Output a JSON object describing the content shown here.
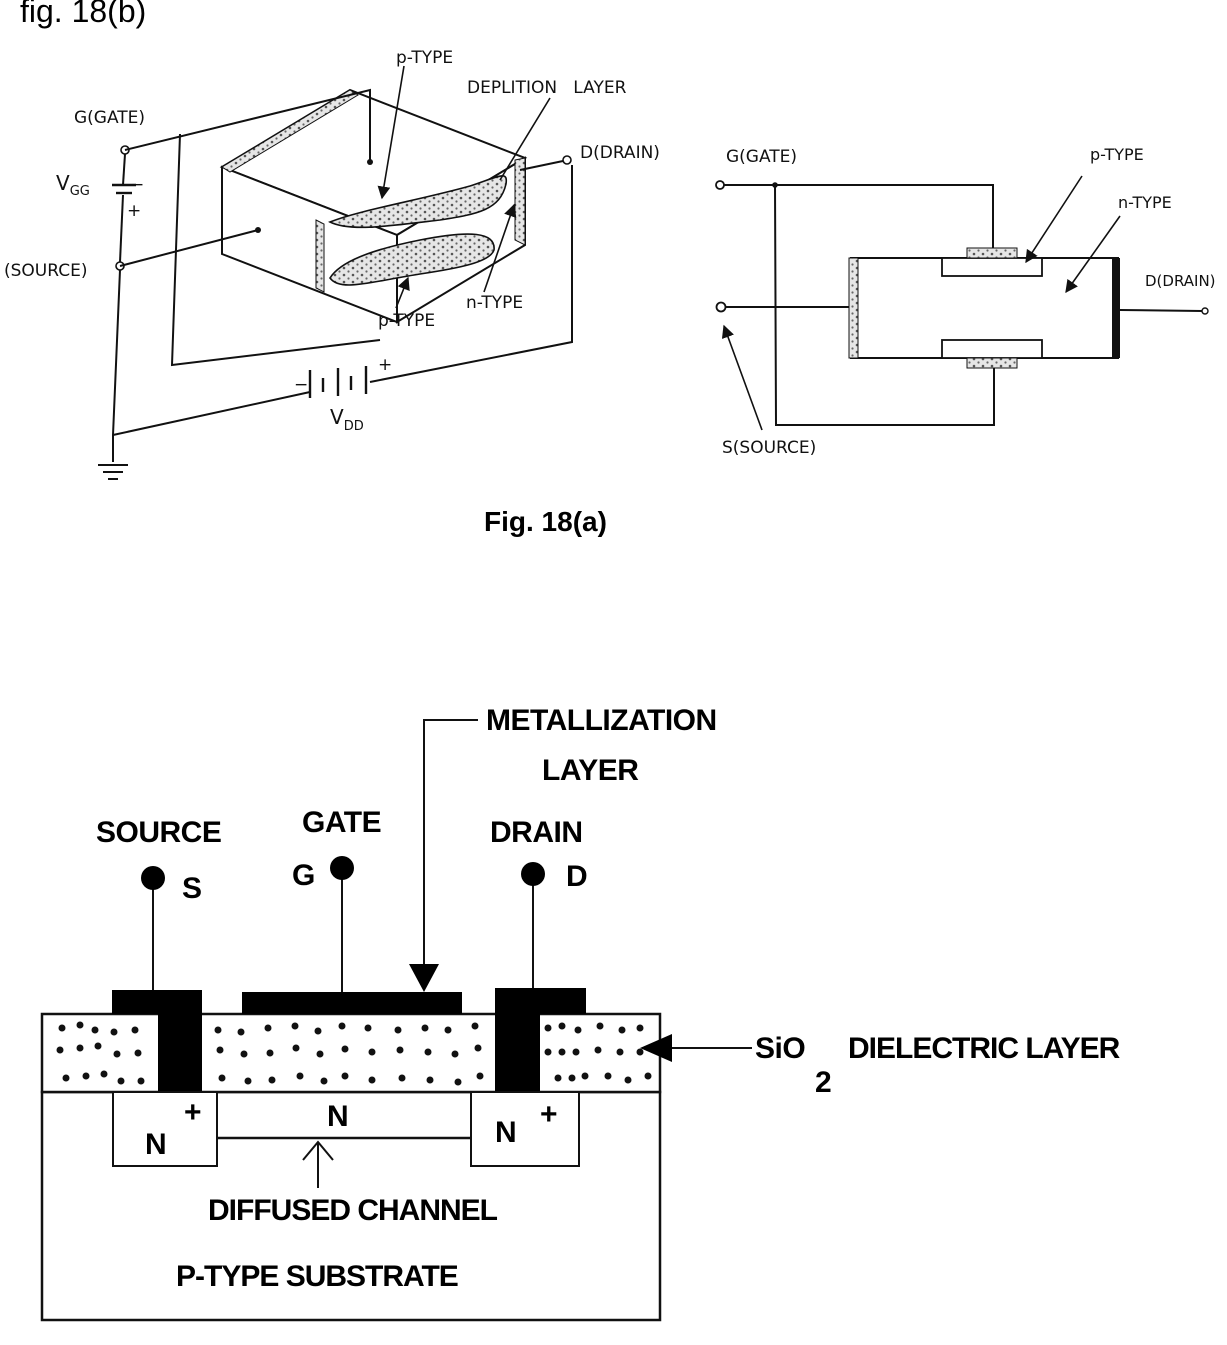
{
  "header": {
    "partial_label": "fig. 18(b)"
  },
  "fig_a": {
    "caption": "Fig. 18(a)",
    "left": {
      "gate": "G(GATE)",
      "source": "(SOURCE)",
      "drain": "D(DRAIN)",
      "p_type_top": "p-TYPE",
      "depletion": "DEPLITION   LAYER",
      "p_type_bottom": "p-TYPE",
      "n_type": "n-TYPE",
      "vgg": "V",
      "vgg_sub": "GG",
      "vdd": "V",
      "vdd_sub": "DD",
      "minus": "−",
      "plus": "+"
    },
    "right": {
      "gate": "G(GATE)",
      "p_type": "p-TYPE",
      "n_type": "n-TYPE",
      "drain": "D(DRAIN)",
      "source": "S(SOURCE)"
    }
  },
  "fig_b": {
    "metallization_1": "METALLIZATION",
    "metallization_2": "LAYER",
    "source": "SOURCE",
    "gate": "GATE",
    "drain": "DRAIN",
    "s": "S",
    "g": "G",
    "d": "D",
    "sio": "SiO",
    "sio_sub": "2",
    "dielectric": "DIELECTRIC LAYER",
    "n_left": "N",
    "n_mid": "N",
    "n_right": "N",
    "plus": "+",
    "diffused": "DIFFUSED CHANNEL",
    "substrate": "P-TYPE SUBSTRATE"
  },
  "colors": {
    "ink": "#000000",
    "paper": "#ffffff",
    "dot_fill": "#bdbdbd"
  }
}
